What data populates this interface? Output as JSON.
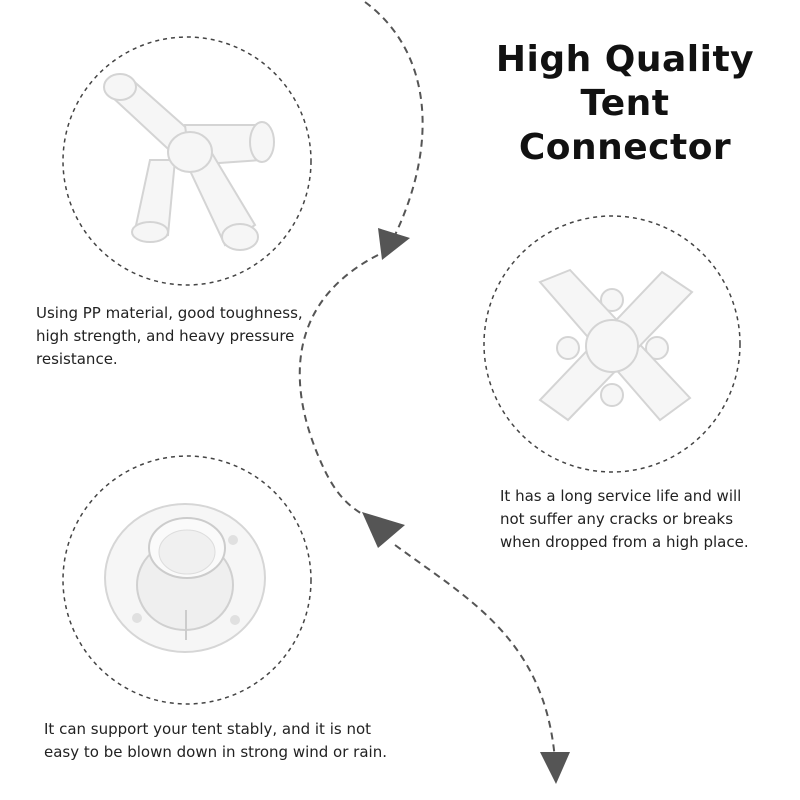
{
  "title": {
    "line1": "High Quality",
    "line2": "Tent Connector"
  },
  "features": [
    {
      "product": "4-way-angled-connector",
      "lines": [
        "Using PP material, good toughness,",
        "high strength, and heavy pressure",
        "resistance."
      ]
    },
    {
      "product": "cross-connector",
      "lines": [
        "It has a long service life and will",
        "not suffer any cracks or breaks",
        "when dropped from a high place."
      ]
    },
    {
      "product": "base-flange-connector",
      "lines": [
        "It can support your tent stably, and it is not",
        "easy to be blown down in strong wind or rain."
      ]
    }
  ],
  "colors": {
    "background": "#ffffff",
    "text": "#222222",
    "dashed_line": "#555555",
    "product": "#f4f4f4"
  }
}
